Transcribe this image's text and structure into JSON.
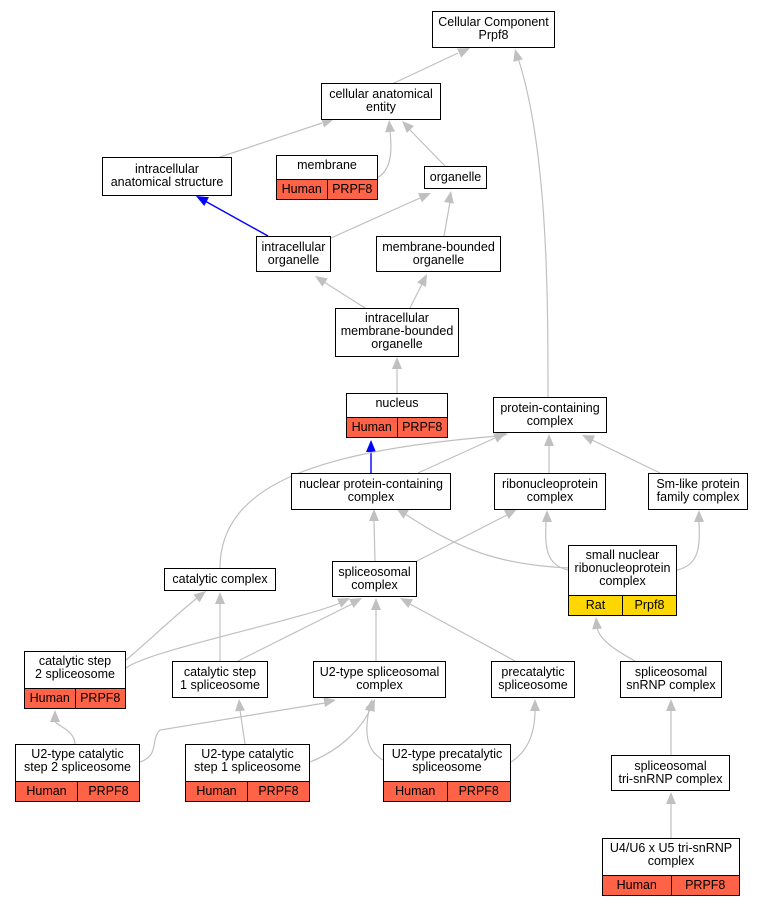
{
  "colors": {
    "edge": "#c0c0c0",
    "highlight_edge": "#0000ff",
    "human_badge": "#ff6347",
    "rat_badge": "#ffd700"
  },
  "nodes": {
    "cellular_component": {
      "label": "Cellular Component\nPrpf8"
    },
    "cellular_anatomical_entity": {
      "label": "cellular anatomical\nentity"
    },
    "intracellular_anatomical_structure": {
      "label": "intracellular\nanatomical structure"
    },
    "membrane": {
      "label": "membrane",
      "species": "Human",
      "gene": "PRPF8"
    },
    "organelle": {
      "label": "organelle"
    },
    "intracellular_organelle": {
      "label": "intracellular\norganelle"
    },
    "membrane_bounded_organelle": {
      "label": "membrane-bounded\norganelle"
    },
    "intracellular_membrane_bounded_organelle": {
      "label": "intracellular\nmembrane-bounded\norganelle"
    },
    "nucleus": {
      "label": "nucleus",
      "species": "Human",
      "gene": "PRPF8"
    },
    "protein_containing_complex": {
      "label": "protein-containing\ncomplex"
    },
    "nuclear_protein_containing_complex": {
      "label": "nuclear protein-containing\ncomplex"
    },
    "ribonucleoprotein_complex": {
      "label": "ribonucleoprotein\ncomplex"
    },
    "sm_like_protein_family_complex": {
      "label": "Sm-like protein\nfamily complex"
    },
    "catalytic_complex": {
      "label": "catalytic complex"
    },
    "spliceosomal_complex": {
      "label": "spliceosomal\ncomplex"
    },
    "small_nuclear_ribonucleoprotein_complex": {
      "label": "small nuclear\nribonucleoprotein\ncomplex",
      "species": "Rat",
      "gene": "Prpf8"
    },
    "catalytic_step_2_spliceosome": {
      "label": "catalytic step\n2 spliceosome",
      "species": "Human",
      "gene": "PRPF8"
    },
    "catalytic_step_1_spliceosome": {
      "label": "catalytic step\n1 spliceosome"
    },
    "u2_type_spliceosomal_complex": {
      "label": "U2-type spliceosomal\ncomplex"
    },
    "precatalytic_spliceosome": {
      "label": "precatalytic\nspliceosome"
    },
    "spliceosomal_snrnp_complex": {
      "label": "spliceosomal\nsnRNP complex"
    },
    "u2_type_catalytic_step_2_spliceosome": {
      "label": "U2-type catalytic\nstep 2 spliceosome",
      "species": "Human",
      "gene": "PRPF8"
    },
    "u2_type_catalytic_step_1_spliceosome": {
      "label": "U2-type catalytic\nstep 1 spliceosome",
      "species": "Human",
      "gene": "PRPF8"
    },
    "u2_type_precatalytic_spliceosome": {
      "label": "U2-type precatalytic\nspliceosome",
      "species": "Human",
      "gene": "PRPF8"
    },
    "spliceosomal_tri_snrnp_complex": {
      "label": "spliceosomal\ntri-snRNP complex"
    },
    "u4_u6_x_u5_tri_snrnp_complex": {
      "label": "U4/U6 x U5 tri-snRNP\ncomplex",
      "species": "Human",
      "gene": "PRPF8"
    }
  }
}
